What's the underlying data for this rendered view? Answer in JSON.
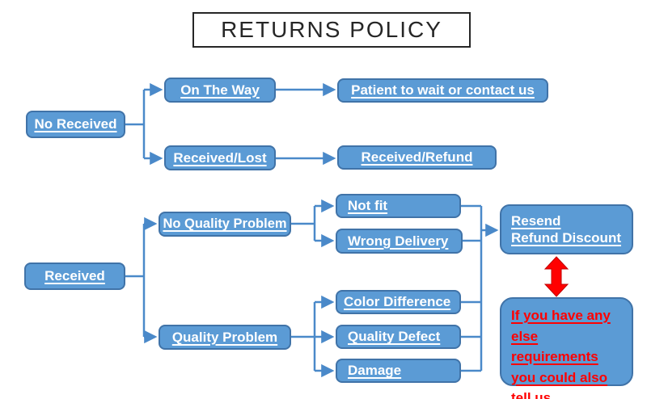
{
  "title": "RETURNS POLICY",
  "colors": {
    "bg": "#FFFFFF",
    "box_fill": "#5B9BD5",
    "box_border": "#4073A8",
    "line": "#4A89C9",
    "text_white": "#FFFFFF",
    "warning_red": "#FF0000",
    "red_dark": "#C00000",
    "title_text": "#262626"
  },
  "nodes": {
    "no_received": "No Received",
    "on_the_way": "On The Way",
    "patient_wait": "Patient to wait or contact us",
    "received_lost": "Received/Lost",
    "received_refund": "Received/Refund",
    "received": "Received",
    "no_quality_problem": "No Quality Problem",
    "not_fit": "Not fit",
    "wrong_delivery": "Wrong Delivery",
    "quality_problem": "Quality Problem",
    "color_difference": "Color Difference",
    "quality_defect": "Quality Defect",
    "damage": "Damage",
    "resend_refund_discount": "Resend\nRefund Discount",
    "note": "If you have any\nelse requirements\nyou could also\ntell us."
  }
}
